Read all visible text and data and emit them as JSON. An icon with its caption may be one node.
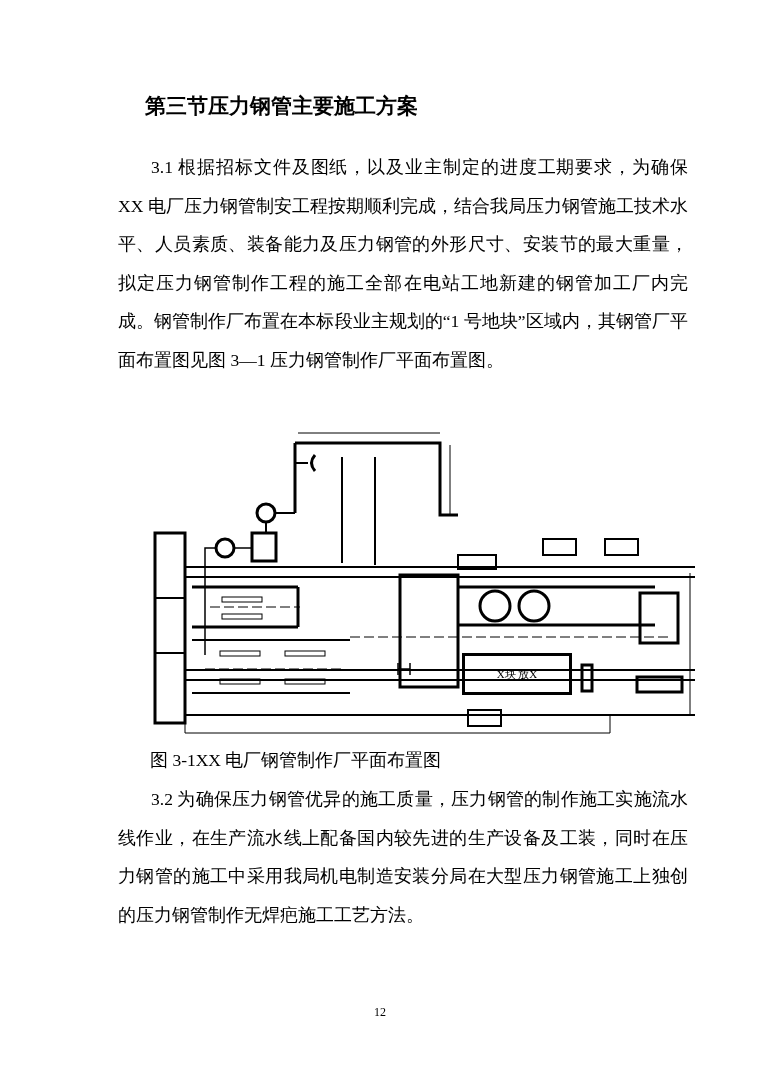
{
  "diagram": {
    "title": "第三节压力钢管主要施工方案",
    "caption": "图 3-1XX 电厂钢管制作厂平面布置图",
    "nodes": [
      {
        "text": [
          "X块 放X"
        ]
      }
    ],
    "labels": [
      "3.1 根据招标文件及图纸，以及业主制定的进度工期要求，为确保XX 电厂压力钢管制安工程按期顺利完成，结合我局压力钢管施工技术水平、人员素质、装备能力及压力钢管的外形尺寸、安装节的最大重量，拟定压力钢管制作工程的施工全部在电站工地新建的钢管加工厂内完成。钢管制作厂布置在本标段业主规划的“1 号地块”区域内，其钢管厂平面布置图见图 3—1 压力钢管制作厂平面布置图。",
      "3.2 为确保压力钢管优异的施工质量，压力钢管的制作施工实施流水线作业，在生产流水线上配备国内较先进的生产设备及工装，同时在压力钢管的施工中采用我局机电制造安装分局在大型压力钢管施工上独创的压力钢管制作无焊疤施工工艺方法。",
      "12"
    ]
  }
}
